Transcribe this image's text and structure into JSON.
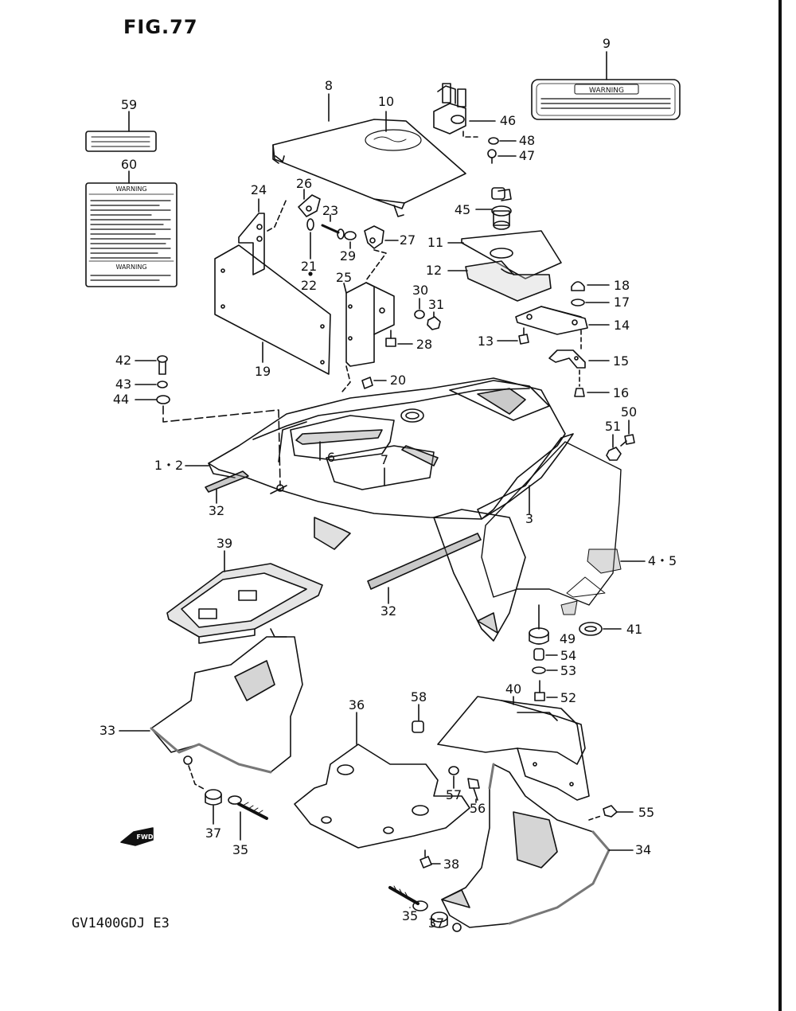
{
  "figure_title": "FIG.77",
  "model_code": "GV1400GDJ E3",
  "fwd_badge": "FWD",
  "labels": {
    "warning_text": "WARNING",
    "warning_text_9": "WARNING"
  },
  "callouts": [
    {
      "id": "c59",
      "text": "59"
    },
    {
      "id": "c60",
      "text": "60"
    },
    {
      "id": "c8",
      "text": "8"
    },
    {
      "id": "c10",
      "text": "10"
    },
    {
      "id": "c9",
      "text": "9"
    },
    {
      "id": "c46",
      "text": "46"
    },
    {
      "id": "c48",
      "text": "48"
    },
    {
      "id": "c47",
      "text": "47"
    },
    {
      "id": "c24",
      "text": "24"
    },
    {
      "id": "c26",
      "text": "26"
    },
    {
      "id": "c23",
      "text": "23"
    },
    {
      "id": "c27",
      "text": "27"
    },
    {
      "id": "c21",
      "text": "21"
    },
    {
      "id": "c22",
      "text": "22"
    },
    {
      "id": "c29",
      "text": "29"
    },
    {
      "id": "c45",
      "text": "45"
    },
    {
      "id": "c11",
      "text": "11"
    },
    {
      "id": "c12",
      "text": "12"
    },
    {
      "id": "c18",
      "text": "18"
    },
    {
      "id": "c17",
      "text": "17"
    },
    {
      "id": "c14",
      "text": "14"
    },
    {
      "id": "c25",
      "text": "25"
    },
    {
      "id": "c30",
      "text": "30"
    },
    {
      "id": "c31",
      "text": "31"
    },
    {
      "id": "c28",
      "text": "28"
    },
    {
      "id": "c13",
      "text": "13"
    },
    {
      "id": "c15",
      "text": "15"
    },
    {
      "id": "c19",
      "text": "19"
    },
    {
      "id": "c20",
      "text": "20"
    },
    {
      "id": "c16",
      "text": "16"
    },
    {
      "id": "c42",
      "text": "42"
    },
    {
      "id": "c43",
      "text": "43"
    },
    {
      "id": "c44",
      "text": "44"
    },
    {
      "id": "c50",
      "text": "50"
    },
    {
      "id": "c51",
      "text": "51"
    },
    {
      "id": "c12b",
      "text": "1・2"
    },
    {
      "id": "c6",
      "text": "6"
    },
    {
      "id": "c7",
      "text": "7"
    },
    {
      "id": "c32a",
      "text": "32"
    },
    {
      "id": "c3",
      "text": "3"
    },
    {
      "id": "c45b",
      "text": "4・5"
    },
    {
      "id": "c39",
      "text": "39"
    },
    {
      "id": "c32b",
      "text": "32"
    },
    {
      "id": "c49",
      "text": "49"
    },
    {
      "id": "c41",
      "text": "41"
    },
    {
      "id": "c54",
      "text": "54"
    },
    {
      "id": "c53",
      "text": "53"
    },
    {
      "id": "c40",
      "text": "40"
    },
    {
      "id": "c52",
      "text": "52"
    },
    {
      "id": "c58",
      "text": "58"
    },
    {
      "id": "c33",
      "text": "33"
    },
    {
      "id": "c36",
      "text": "36"
    },
    {
      "id": "c57",
      "text": "57"
    },
    {
      "id": "c56",
      "text": "56"
    },
    {
      "id": "c55",
      "text": "55"
    },
    {
      "id": "c37a",
      "text": "37"
    },
    {
      "id": "c35a",
      "text": "35"
    },
    {
      "id": "c38",
      "text": "38"
    },
    {
      "id": "c34",
      "text": "34"
    },
    {
      "id": "c35b",
      "text": "35"
    },
    {
      "id": "c37b",
      "text": "37"
    }
  ]
}
